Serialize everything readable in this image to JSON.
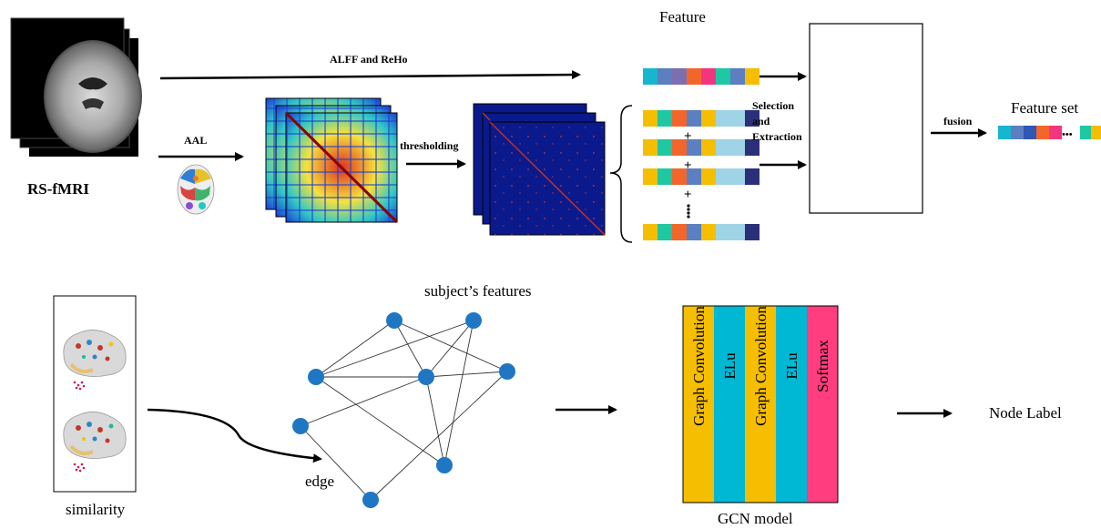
{
  "labels": {
    "rsfmri": "RS-fMRI",
    "alff_reho": "ALFF and ReHo",
    "aal": "AAL",
    "thresholding": "thresholding",
    "feature": "Feature",
    "selection_1": "Selection",
    "selection_2": "and",
    "selection_3": "Extraction",
    "fusion": "fusion",
    "feature_set": "Feature set",
    "plus": "+",
    "dots_h": "•••",
    "subjects_features": "subject’s features",
    "edge": "edge",
    "similarity": "similarity",
    "gcn_model": "GCN model",
    "node_label": "Node Label"
  },
  "gcn_layers": [
    {
      "label": "Graph Convolution",
      "color": "#F5BE00"
    },
    {
      "label": "ELu",
      "color": "#00B8D4"
    },
    {
      "label": "Graph Convolution",
      "color": "#F5BE00"
    },
    {
      "label": "ELu",
      "color": "#00B8D4"
    },
    {
      "label": "Softmax",
      "color": "#FF3D7F"
    }
  ],
  "colors": {
    "node": "#1F77C4",
    "matrix_navy": "#0A1A8C",
    "heatmap_red": "#E0301E",
    "heatmap_yellow": "#F6E23B",
    "heatmap_blue": "#1C3FD6"
  },
  "feature_palette": {
    "gold": "#F5BE00",
    "teal": "#1FC7A3",
    "orange": "#F2662B",
    "steel": "#5B7FC0",
    "cyan": "#17B6CF",
    "purple": "#7C6FB0",
    "navy": "#2B2F7A",
    "pink": "#F3357F",
    "lightblue": "#9FD3E6",
    "lime": "#DBE94A",
    "grey": "#B8B8B8",
    "blue": "#2F57B5"
  }
}
